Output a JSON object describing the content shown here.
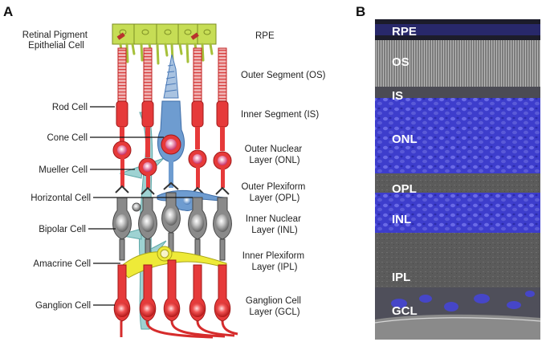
{
  "panels": {
    "a": {
      "letter": "A"
    },
    "b": {
      "letter": "B"
    }
  },
  "cell_labels": [
    {
      "id": "rpe-cell",
      "lines": [
        "Retinal Pigment",
        "Epithelial Cell"
      ]
    },
    {
      "id": "rod-cell",
      "lines": [
        "Rod Cell"
      ]
    },
    {
      "id": "cone-cell",
      "lines": [
        "Cone Cell"
      ]
    },
    {
      "id": "mueller-cell",
      "lines": [
        "Mueller Cell"
      ]
    },
    {
      "id": "horizontal-cell",
      "lines": [
        "Horizontal Cell"
      ]
    },
    {
      "id": "bipolar-cell",
      "lines": [
        "Bipolar Cell"
      ]
    },
    {
      "id": "amacrine-cell",
      "lines": [
        "Amacrine Cell"
      ]
    },
    {
      "id": "ganglion-cell",
      "lines": [
        "Ganglion Cell"
      ]
    }
  ],
  "layer_labels": [
    {
      "id": "rpe",
      "lines": [
        "RPE"
      ]
    },
    {
      "id": "os",
      "lines": [
        "Outer Segment (OS)"
      ]
    },
    {
      "id": "is",
      "lines": [
        "Inner Segment (IS)"
      ]
    },
    {
      "id": "onl",
      "lines": [
        "Outer Nuclear",
        "Layer (ONL)"
      ]
    },
    {
      "id": "opl",
      "lines": [
        "Outer Plexiform",
        "Layer (OPL)"
      ]
    },
    {
      "id": "inl",
      "lines": [
        "Inner Nuclear",
        "Layer (INL)"
      ]
    },
    {
      "id": "ipl",
      "lines": [
        "Inner Plexiform",
        "Layer (IPL)"
      ]
    },
    {
      "id": "gcl",
      "lines": [
        "Ganglion Cell",
        "Layer (GCL)"
      ]
    }
  ],
  "micrograph_labels": [
    "RPE",
    "OS",
    "IS",
    "ONL",
    "OPL",
    "INL",
    "IPL",
    "GCL"
  ],
  "colors": {
    "rpe": "#c6dd55",
    "rod": "#e63a3a",
    "cone": "#6e9cd0",
    "mueller": "#9ed2d2",
    "amacrine": "#eeea38",
    "bipolar": "#8a8a8a",
    "stain": "#3e3ec8",
    "tissue": "#5a5a5a"
  }
}
